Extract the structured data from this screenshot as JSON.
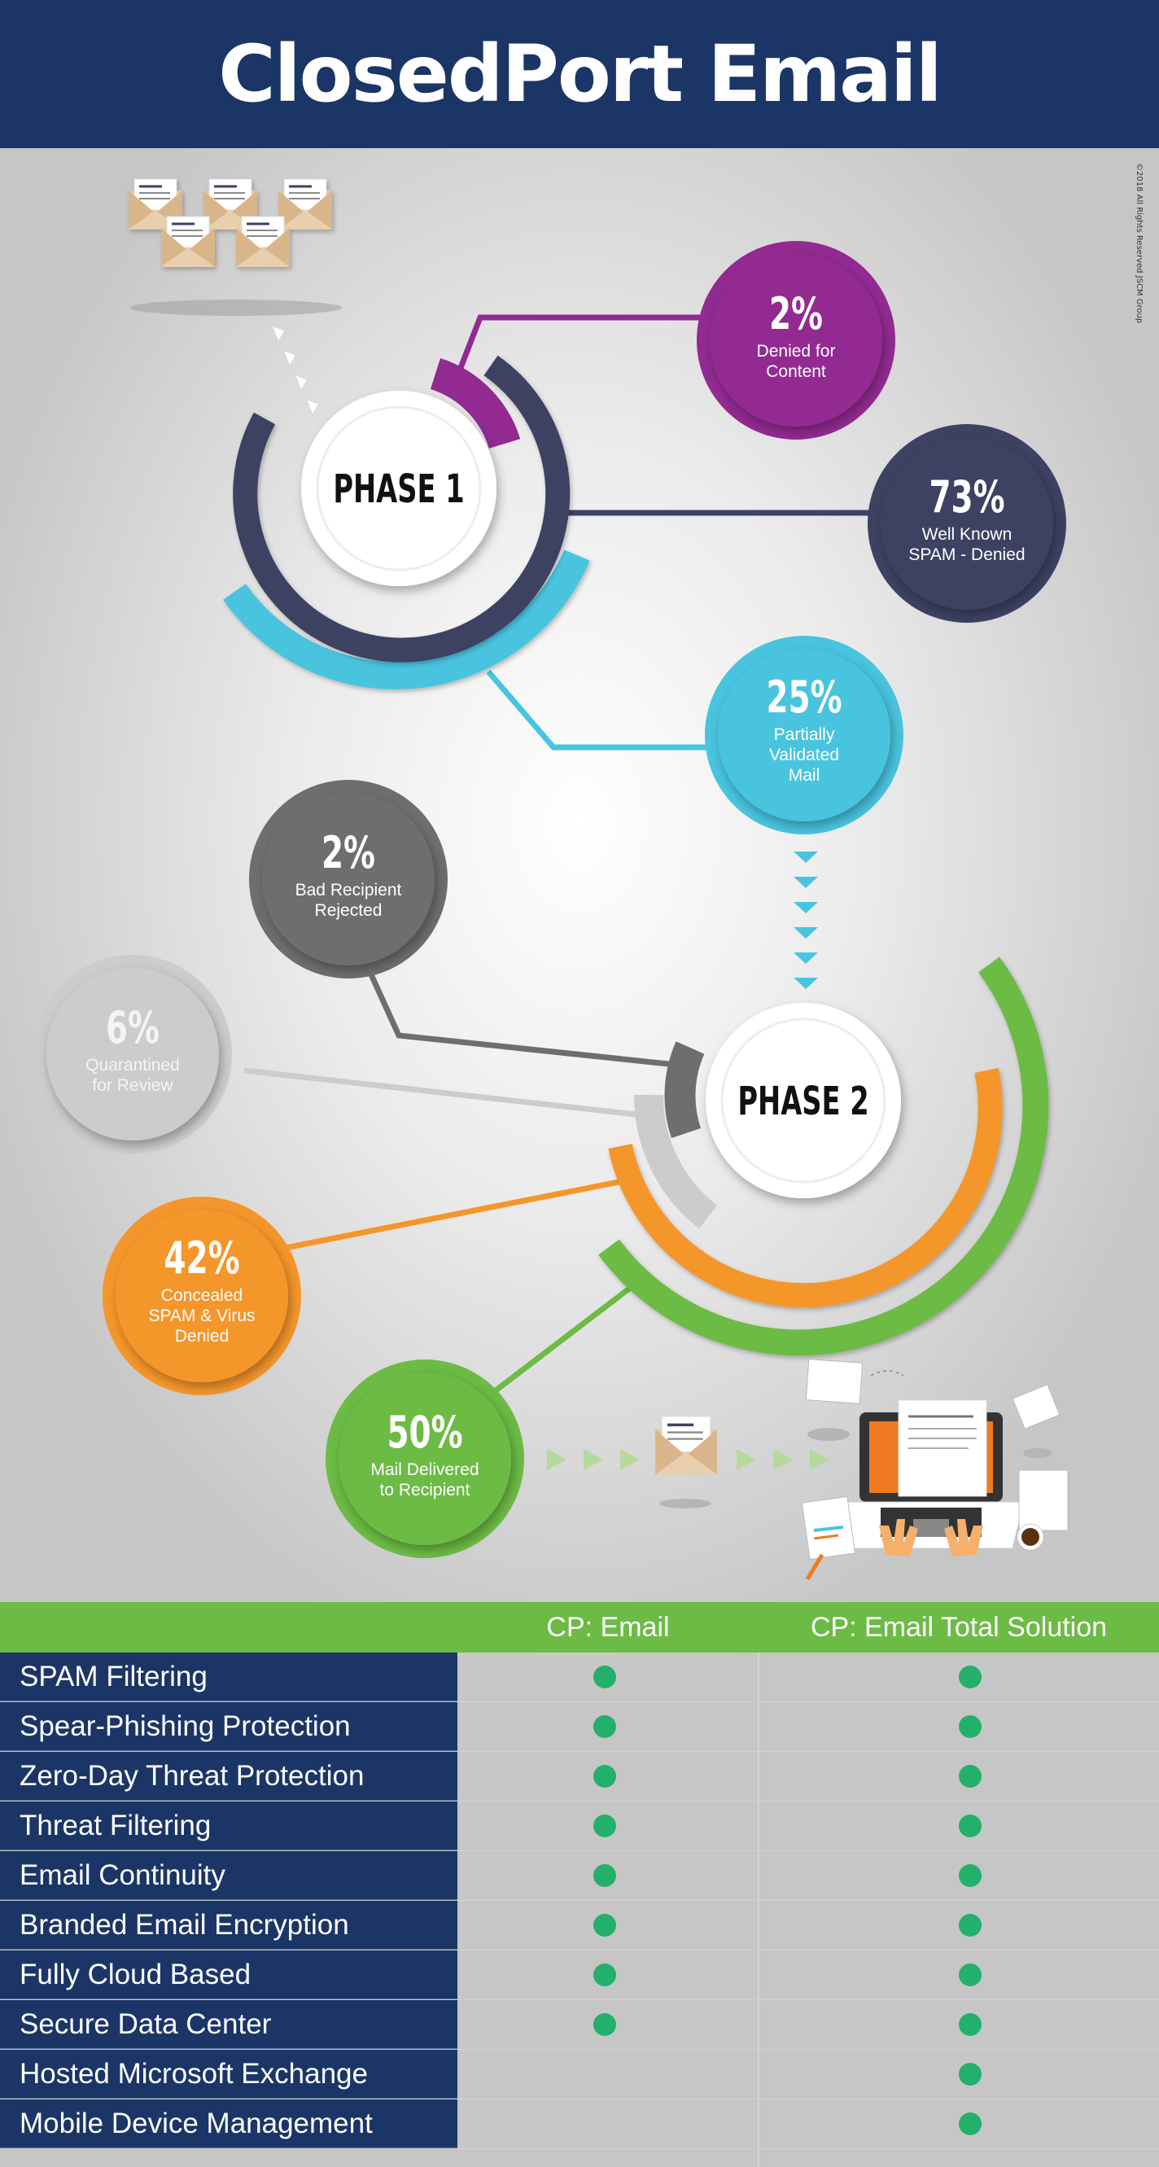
{
  "header": {
    "title": "ClosedPort Email"
  },
  "copyright": "©2018 All Rights Reserved JSCM Group",
  "colors": {
    "navy": "#1c3567",
    "purple": "#922a92",
    "slate": "#3d4263",
    "cyan": "#49c4df",
    "dark_gray": "#6e6e6e",
    "light_gray": "#cccccc",
    "orange": "#f5962b",
    "green": "#6cbb45",
    "check": "#22b06b"
  },
  "phases": [
    {
      "label": "PHASE 1"
    },
    {
      "label": "PHASE 2"
    }
  ],
  "stats": [
    {
      "pct": "2%",
      "label": [
        "Denied for",
        "Content"
      ],
      "color": "#922a92"
    },
    {
      "pct": "73%",
      "label": [
        "Well Known",
        "SPAM - Denied"
      ],
      "color": "#3d4263"
    },
    {
      "pct": "25%",
      "label": [
        "Partially",
        "Validated",
        "Mail"
      ],
      "color": "#49c4df"
    },
    {
      "pct": "2%",
      "label": [
        "Bad Recipient",
        "Rejected"
      ],
      "color": "#6e6e6e"
    },
    {
      "pct": "6%",
      "label": [
        "Quarantined",
        "for Review"
      ],
      "color": "#cccccc"
    },
    {
      "pct": "42%",
      "label": [
        "Concealed",
        "SPAM & Virus",
        "Denied"
      ],
      "color": "#f5962b"
    },
    {
      "pct": "50%",
      "label": [
        "Mail Delivered",
        "to Recipient"
      ],
      "color": "#6cbb45"
    }
  ],
  "icons": [
    "envelope-stack-icon",
    "envelope-icon",
    "laptop-workspace-icon"
  ],
  "table": {
    "columns": [
      "CP: Email",
      "CP: Email Total Solution"
    ],
    "rows": [
      {
        "feature": "SPAM Filtering",
        "cp_email": true,
        "cp_total": true
      },
      {
        "feature": "Spear-Phishing Protection",
        "cp_email": true,
        "cp_total": true
      },
      {
        "feature": "Zero-Day Threat Protection",
        "cp_email": true,
        "cp_total": true
      },
      {
        "feature": "Threat Filtering",
        "cp_email": true,
        "cp_total": true
      },
      {
        "feature": "Email Continuity",
        "cp_email": true,
        "cp_total": true
      },
      {
        "feature": "Branded Email Encryption",
        "cp_email": true,
        "cp_total": true
      },
      {
        "feature": "Fully Cloud Based",
        "cp_email": true,
        "cp_total": true
      },
      {
        "feature": "Secure Data Center",
        "cp_email": true,
        "cp_total": true
      },
      {
        "feature": "Hosted Microsoft Exchange",
        "cp_email": false,
        "cp_total": true
      },
      {
        "feature": "Mobile Device Management",
        "cp_email": false,
        "cp_total": true
      }
    ]
  }
}
